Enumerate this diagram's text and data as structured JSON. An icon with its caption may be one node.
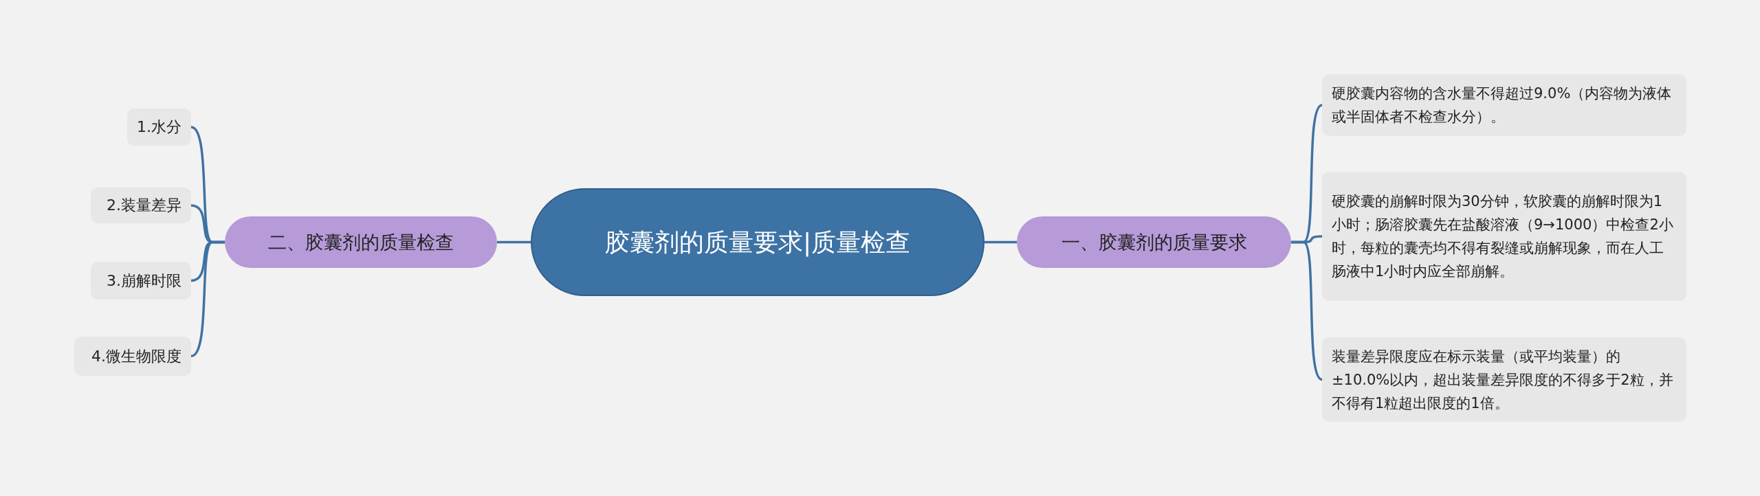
{
  "diagram": {
    "nodes": [
      {
        "text": [
          "胶囊剂的质量要求|质量检查"
        ]
      },
      {
        "text": [
          "一、胶囊剂的质量要求"
        ]
      },
      {
        "text": [
          "硬胶囊内容物的含水量不得超过9.0%（内容物为液体或半固体者不检查水分）。"
        ]
      },
      {
        "text": [
          "硬胶囊的崩解时限为30分钟，软胶囊的崩解时限为1小时；肠溶胶囊先在盐酸溶液（9→1000）中检查2小时，每粒的囊壳均不得有裂缝或崩解现象，而在人工肠液中1小时内应全部崩解。"
        ]
      },
      {
        "text": [
          "装量差异限度应在标示装量（或平均装量）的±10.0%以内，超出装量差异限度的不得多于2粒，并不得有1粒超出限度的1倍。"
        ]
      },
      {
        "text": [
          "二、胶囊剂的质量检查"
        ]
      },
      {
        "text": [
          "1.水分"
        ]
      },
      {
        "text": [
          "2.装量差异"
        ]
      },
      {
        "text": [
          "3.崩解时限"
        ]
      },
      {
        "text": [
          "4.微生物限度"
        ]
      }
    ],
    "edges": [
      {
        "from": 0,
        "to": 1,
        "arrow": "none"
      },
      {
        "from": 1,
        "to": 2,
        "arrow": "none"
      },
      {
        "from": 1,
        "to": 3,
        "arrow": "none"
      },
      {
        "from": 1,
        "to": 4,
        "arrow": "none"
      },
      {
        "from": 0,
        "to": 5,
        "arrow": "none"
      },
      {
        "from": 5,
        "to": 6,
        "arrow": "none"
      },
      {
        "from": 5,
        "to": 7,
        "arrow": "none"
      },
      {
        "from": 5,
        "to": 8,
        "arrow": "none"
      },
      {
        "from": 5,
        "to": 9,
        "arrow": "none"
      }
    ]
  }
}
